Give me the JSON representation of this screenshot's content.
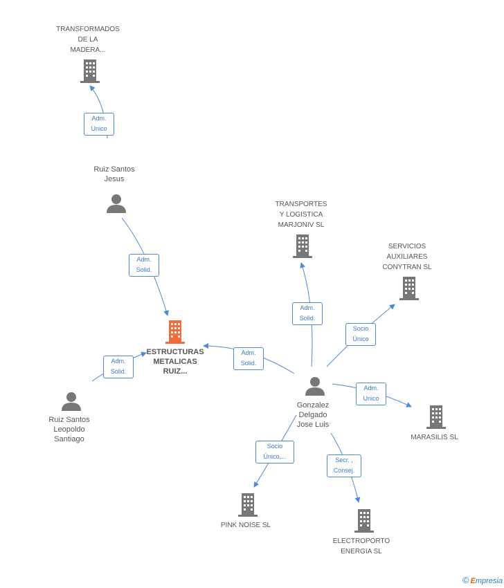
{
  "nodes": {
    "transformados": {
      "label": "TRANSFORMADOS\nDE LA\nMADERA...",
      "type": "company"
    },
    "ruiz_jesus": {
      "label": "Ruiz Santos\nJesus",
      "type": "person"
    },
    "estructuras": {
      "label": "ESTRUCTURAS\nMETALICAS\nRUIZ...",
      "type": "company-main"
    },
    "ruiz_leopoldo": {
      "label": "Ruiz Santos\nLeopoldo\nSantiago",
      "type": "person"
    },
    "transportes": {
      "label": "TRANSPORTES\nY LOGISTICA\nMARJONIV SL",
      "type": "company"
    },
    "servicios": {
      "label": "SERVICIOS\nAUXILIARES\nCONYTRAN SL",
      "type": "company"
    },
    "gonzalez": {
      "label": "Gonzalez\nDelgado\nJose Luis",
      "type": "person"
    },
    "marasilis": {
      "label": "MARASILIS SL",
      "type": "company"
    },
    "pink_noise": {
      "label": "PINK NOISE  SL",
      "type": "company"
    },
    "electroporto": {
      "label": "ELECTROPORTO\nENERGIA SL",
      "type": "company"
    }
  },
  "edges": {
    "jesus_transformados": "Adm.\nUnico",
    "jesus_estructuras": "Adm.\nSolid.",
    "gonzalez_estructuras": "Adm.\nSolid.",
    "leopoldo_estructuras": "Adm.\nSolid.",
    "gonzalez_transportes": "Adm.\nSolid.",
    "gonzalez_servicios": "Socio\nÚnico",
    "gonzalez_marasilis": "Adm.\nUnico",
    "gonzalez_pink": "Socio\nÚnico,...",
    "gonzalez_electro": "Secr. ,\nConsej."
  },
  "colors": {
    "edge": "#4a8ad8",
    "company_icon": "#777777",
    "main_company_icon": "#f26b3a",
    "person_icon": "#777777"
  },
  "footer": {
    "copyright": "©",
    "brand_first": "E",
    "brand_rest": "mpresia"
  }
}
